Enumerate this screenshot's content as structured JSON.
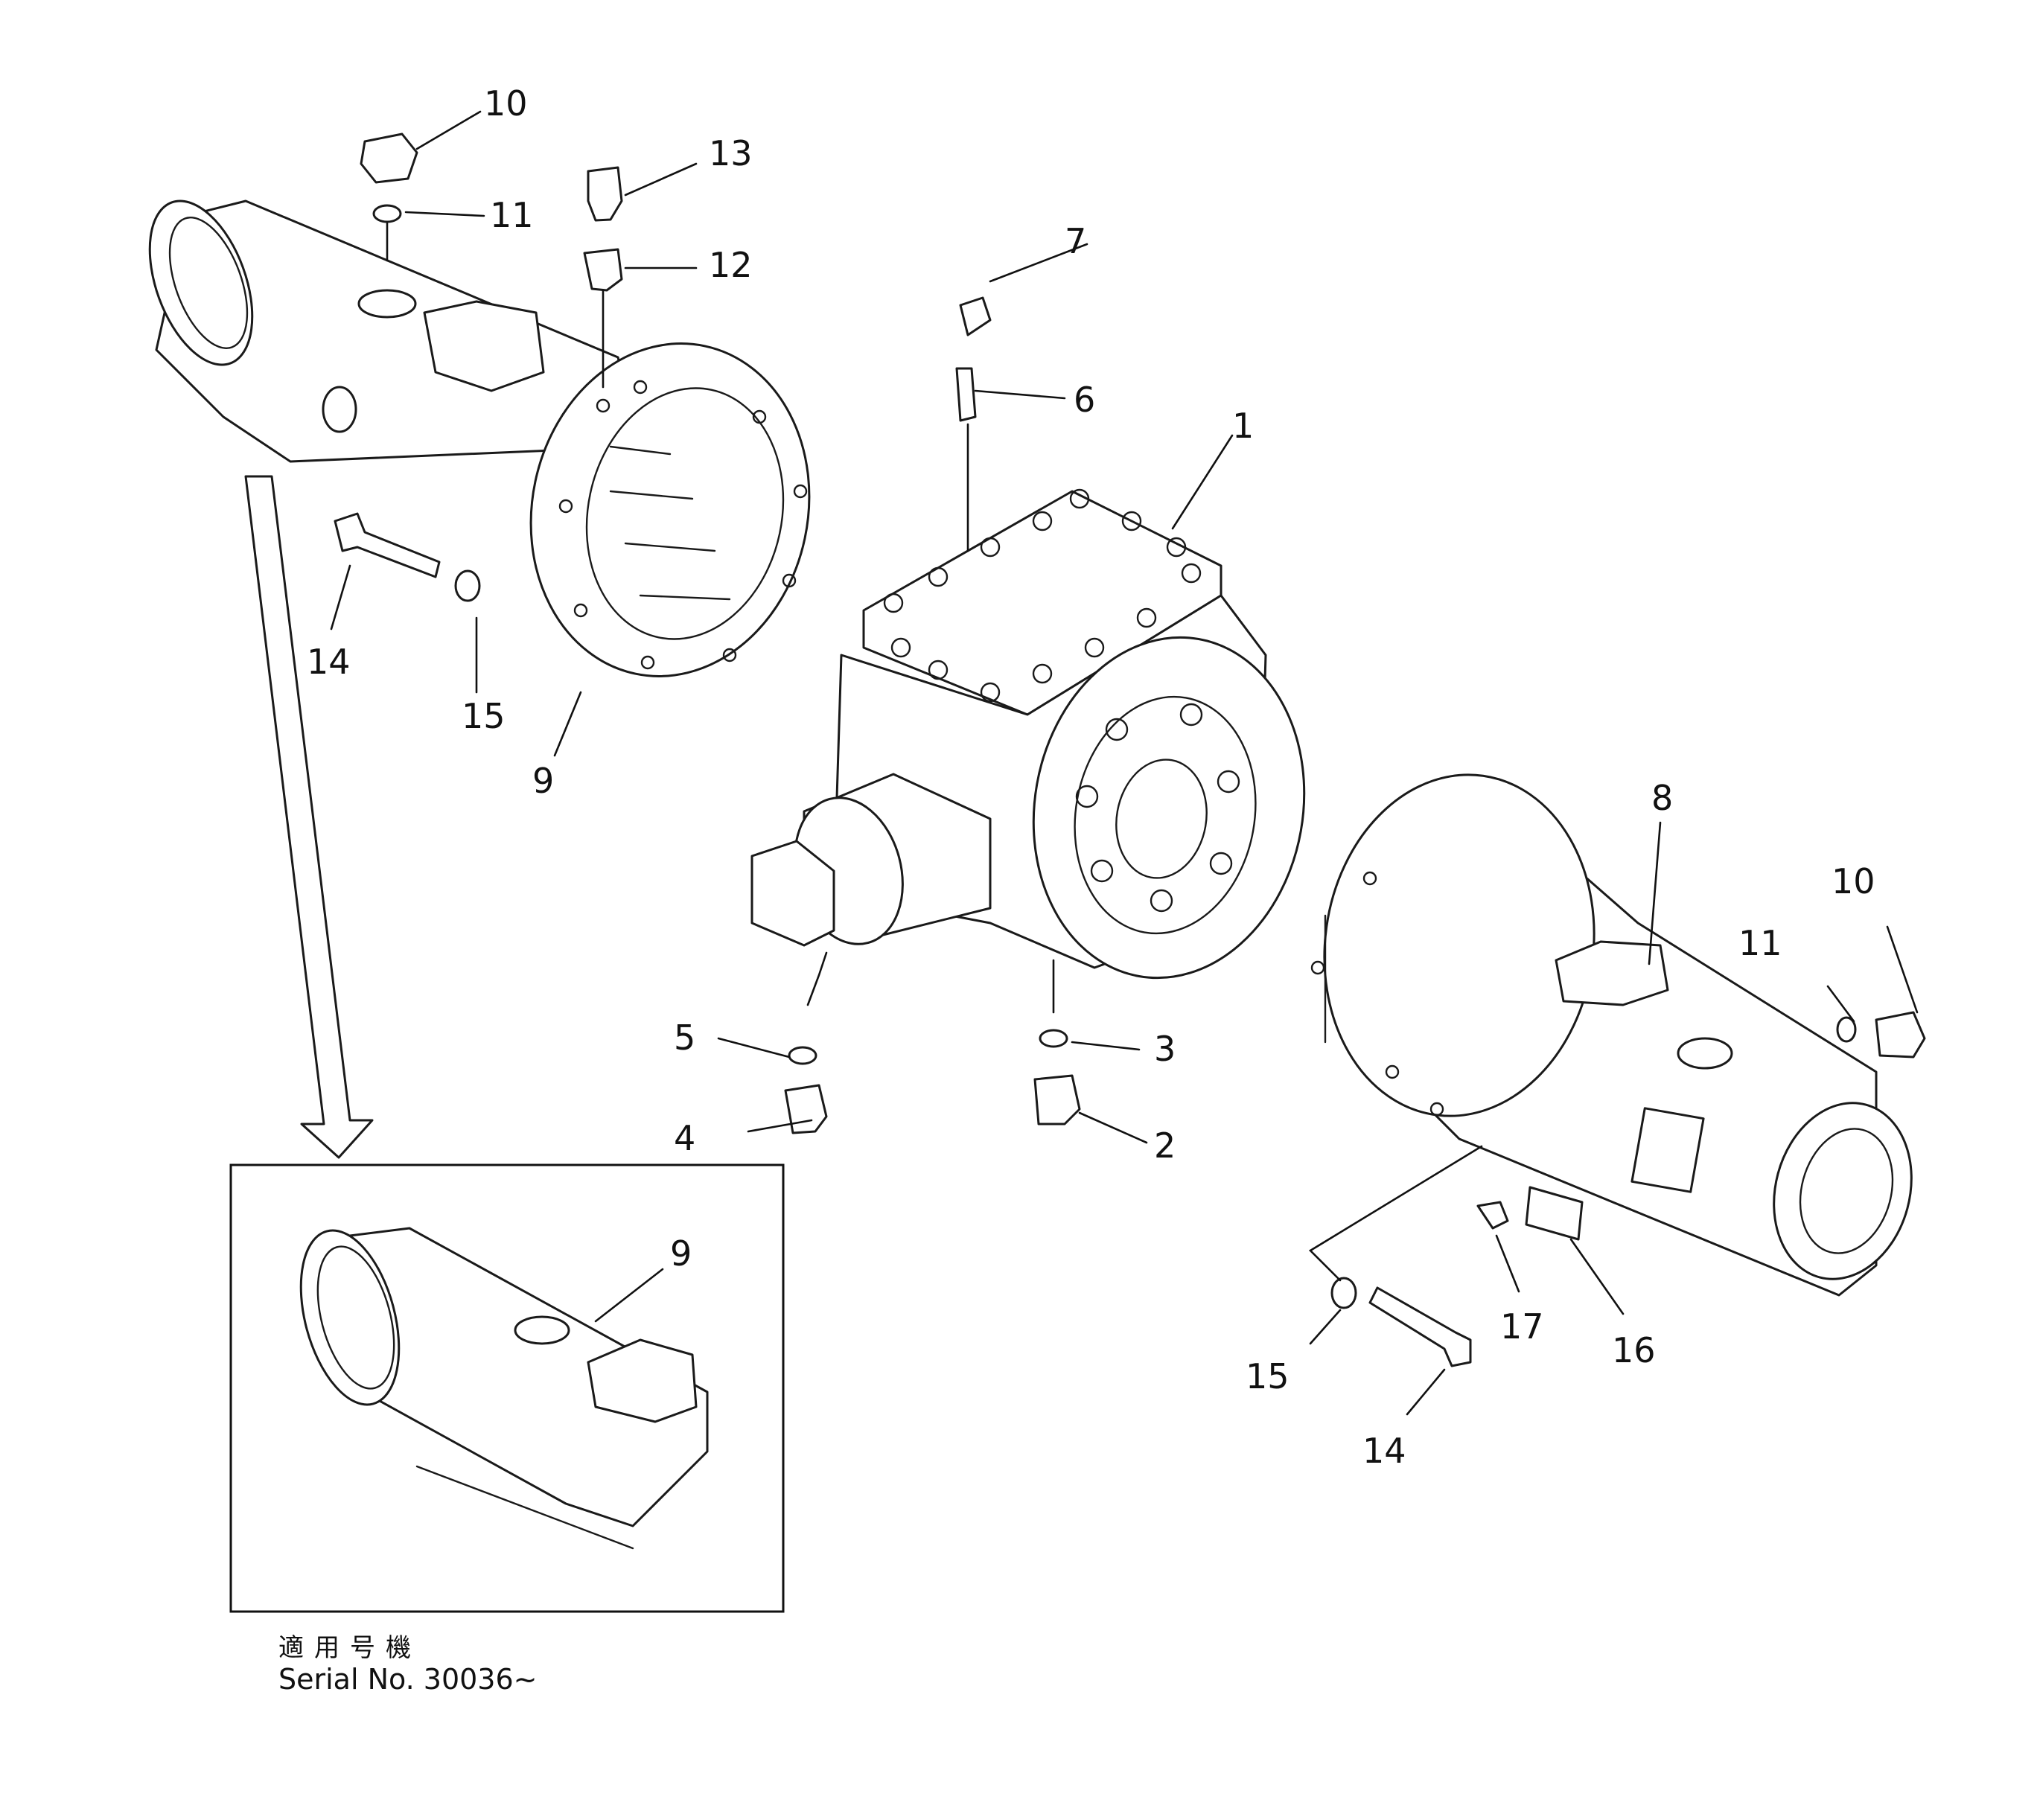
{
  "callouts": {
    "c1": "1",
    "c2": "2",
    "c3": "3",
    "c4": "4",
    "c5": "5",
    "c6": "6",
    "c7": "7",
    "c8": "8",
    "c9_main": "9",
    "c9_inset": "9",
    "c10_left": "10",
    "c10_right": "10",
    "c11_left": "11",
    "c11_right": "11",
    "c12": "12",
    "c13": "13",
    "c14_left": "14",
    "c14_right": "14",
    "c15_left": "15",
    "c15_right": "15",
    "c16": "16",
    "c17": "17"
  },
  "inset_note": {
    "japanese": "適用号機",
    "serial": "Serial No. 30036~"
  }
}
